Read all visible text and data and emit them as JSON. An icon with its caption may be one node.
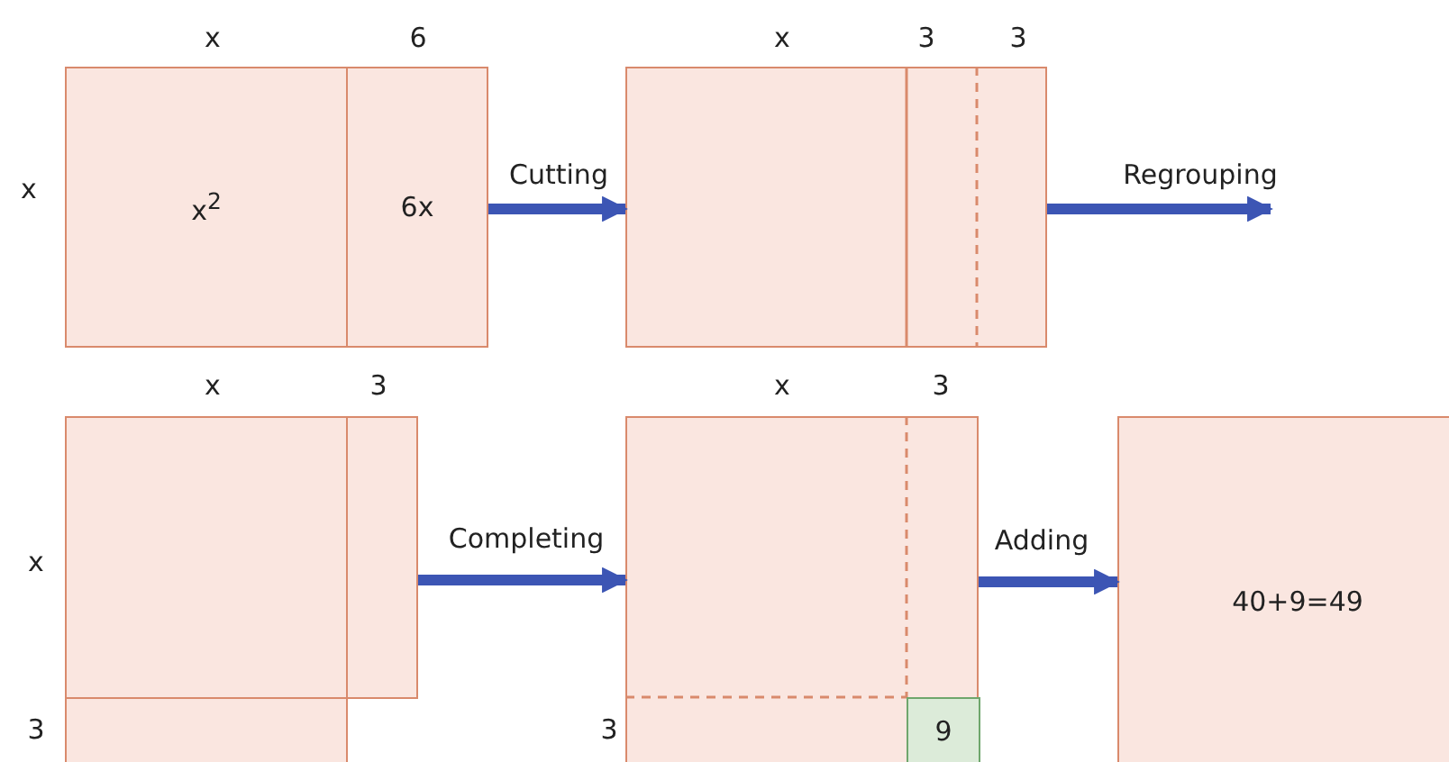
{
  "diagram": {
    "nodes": [
      {
        "text": [
          "x$^{2}$"
        ]
      },
      {
        "text": [
          "6x"
        ]
      },
      {
        "text": [],
        "shape": "box"
      },
      {
        "text": [],
        "shape": "box"
      },
      {
        "text": [],
        "shape": "box"
      },
      {
        "text": [],
        "shape": "box"
      },
      {
        "text": [],
        "shape": "box"
      },
      {
        "text": [
          "9"
        ],
        "in": 6
      },
      {
        "text": [
          "40+9=49"
        ]
      }
    ],
    "edges": [
      {
        "from": 1,
        "to": 2,
        "arrow": "to",
        "label": "Cutting"
      },
      {
        "from": 2,
        "to": null,
        "arrow": "to",
        "label": "Regrouping"
      },
      {
        "from": 4,
        "to": 6,
        "arrow": "to",
        "label": "Completing"
      },
      {
        "from": 6,
        "to": 8,
        "arrow": "to",
        "label": "Adding"
      }
    ],
    "labels": [
      "x",
      "6",
      "x",
      "3",
      "3",
      "x",
      "x",
      "3",
      "x",
      "3",
      "x",
      "3",
      "3"
    ]
  }
}
